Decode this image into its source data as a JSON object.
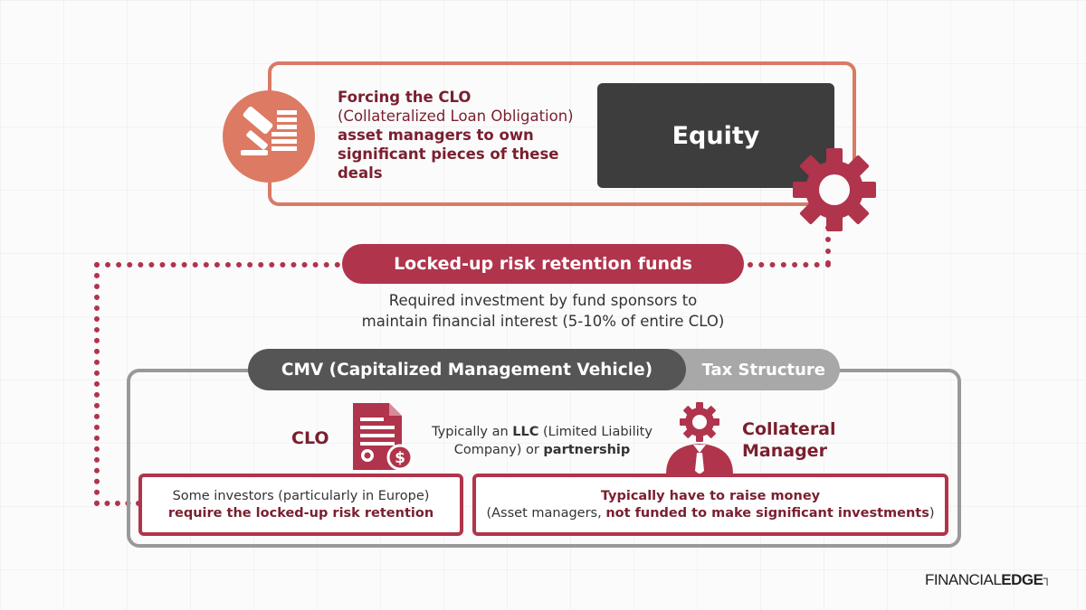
{
  "top": {
    "line1_bold": "Forcing the CLO",
    "line2": "(Collateralized Loan Obligation)",
    "line3_bold": "asset managers to own significant pieces of these deals"
  },
  "equity_label": "Equity",
  "locked_label": "Locked-up risk retention funds",
  "required": {
    "line1": "Required investment by fund sponsors to",
    "line2": "maintain financial interest (5-10% of entire CLO)"
  },
  "cmv_label": "CMV (Capitalized Management Vehicle)",
  "tax_label": "Tax Structure",
  "clo_label": "CLO",
  "typically": {
    "pre": "Typically an ",
    "llc": "LLC",
    "mid": " (Limited Liability Company) or ",
    "partnership": "partnership"
  },
  "collateral": {
    "line1": "Collateral",
    "line2": "Manager"
  },
  "investors": {
    "line1": "Some investors (particularly in Europe)",
    "line2_bold": "require the locked-up risk retention"
  },
  "raise": {
    "line1_bold": "Typically have to raise money",
    "line2_pre": "(Asset managers, ",
    "line2_bold": "not funded to make significant investments",
    "line2_post": ")"
  },
  "logo": {
    "part1": "FINANCIAL",
    "part2": "EDGE"
  },
  "colors": {
    "accent": "#b0344c",
    "orange": "#dc7a63",
    "dark": "#3d3d3d",
    "gray": "#999999",
    "maroon_text": "#7a1f2f"
  },
  "icons": [
    "gavel-icon",
    "gear-icon",
    "document-icon",
    "manager-icon"
  ]
}
